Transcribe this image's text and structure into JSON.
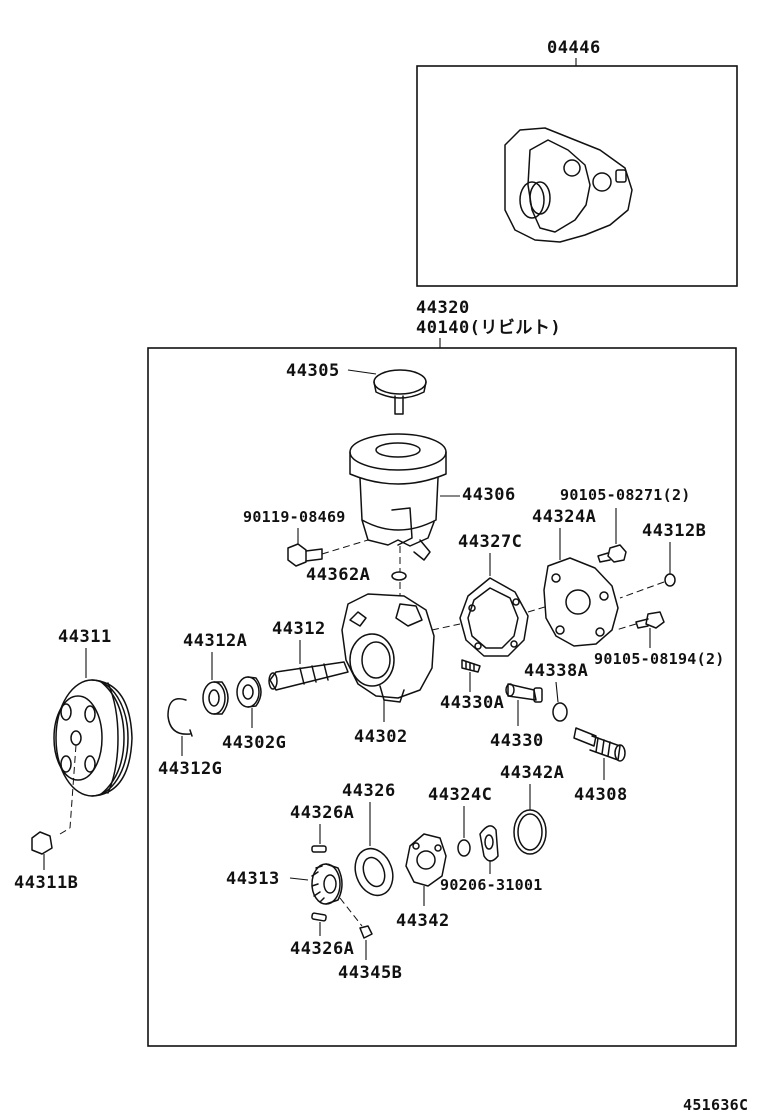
{
  "labels": {
    "kit": "04446",
    "assy1": "44320",
    "assy2": "40140(リビルト)",
    "cap": "44305",
    "reservoir": "44306",
    "bolt_res": "90119-08469",
    "bolt_cover": "90105-08271(2)",
    "cover": "44324A",
    "ring_b": "44312B",
    "gasket": "44327C",
    "oring_res": "44362A",
    "shaft": "44312",
    "bearing_a": "44312A",
    "pulley": "44311",
    "housing": "44302",
    "seal_g": "44302G",
    "snap_g": "44312G",
    "valve_a": "44330A",
    "valve": "44330",
    "oring_38": "44338A",
    "bolt_side": "90105-08194(2)",
    "fitting": "44308",
    "plate_26": "44326",
    "pin_a_top": "44326A",
    "oring_c": "44324C",
    "oring_42a": "44342A",
    "nut": "44311B",
    "rotor": "44313",
    "cam": "44342",
    "pin_90206": "90206-31001",
    "pin_a_bot": "44326A",
    "vane": "44345B",
    "diagram_code": "451636C"
  }
}
